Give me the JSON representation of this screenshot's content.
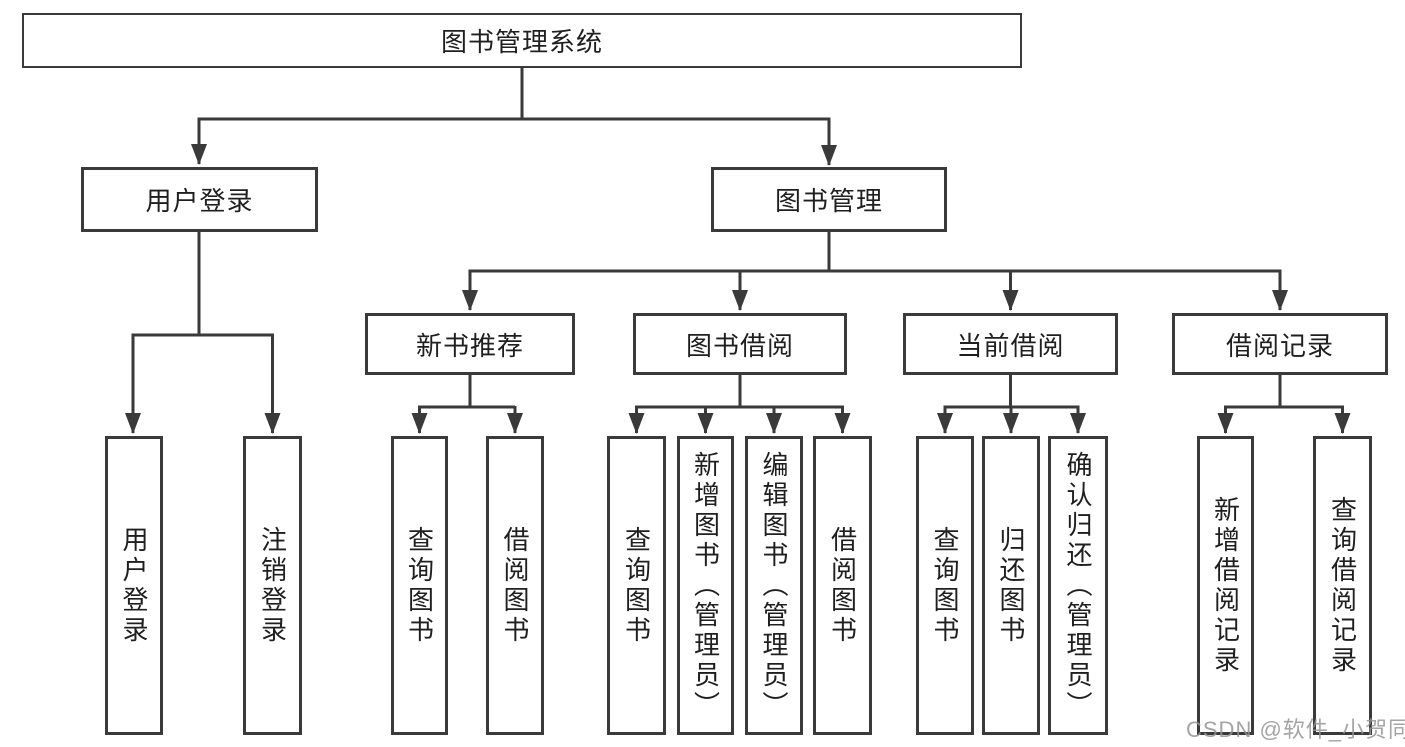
{
  "tree": {
    "root": {
      "label": "图书管理系统"
    },
    "branches": [
      {
        "label": "用户登录",
        "children": [
          {
            "label": "用户登录"
          },
          {
            "label": "注销登录"
          }
        ]
      },
      {
        "label": "图书管理",
        "children": [
          {
            "label": "新书推荐",
            "children": [
              {
                "label": "查询图书"
              },
              {
                "label": "借阅图书"
              }
            ]
          },
          {
            "label": "图书借阅",
            "children": [
              {
                "label": "查询图书"
              },
              {
                "label": "新增图书（管理员）"
              },
              {
                "label": "编辑图书（管理员）"
              },
              {
                "label": "借阅图书"
              }
            ]
          },
          {
            "label": "当前借阅",
            "children": [
              {
                "label": "查询图书"
              },
              {
                "label": "归还图书"
              },
              {
                "label": "确认归还（管理员）"
              }
            ]
          },
          {
            "label": "借阅记录",
            "children": [
              {
                "label": "新增借阅记录"
              },
              {
                "label": "查询借阅记录"
              }
            ]
          }
        ]
      }
    ]
  },
  "watermark": "CSDN @软件_小贺同学",
  "colors": {
    "line": "#3a3a3a",
    "box_border": "#3a3a3a",
    "text": "#1f1f1f",
    "watermark": "#949494",
    "background": "#ffffff"
  }
}
